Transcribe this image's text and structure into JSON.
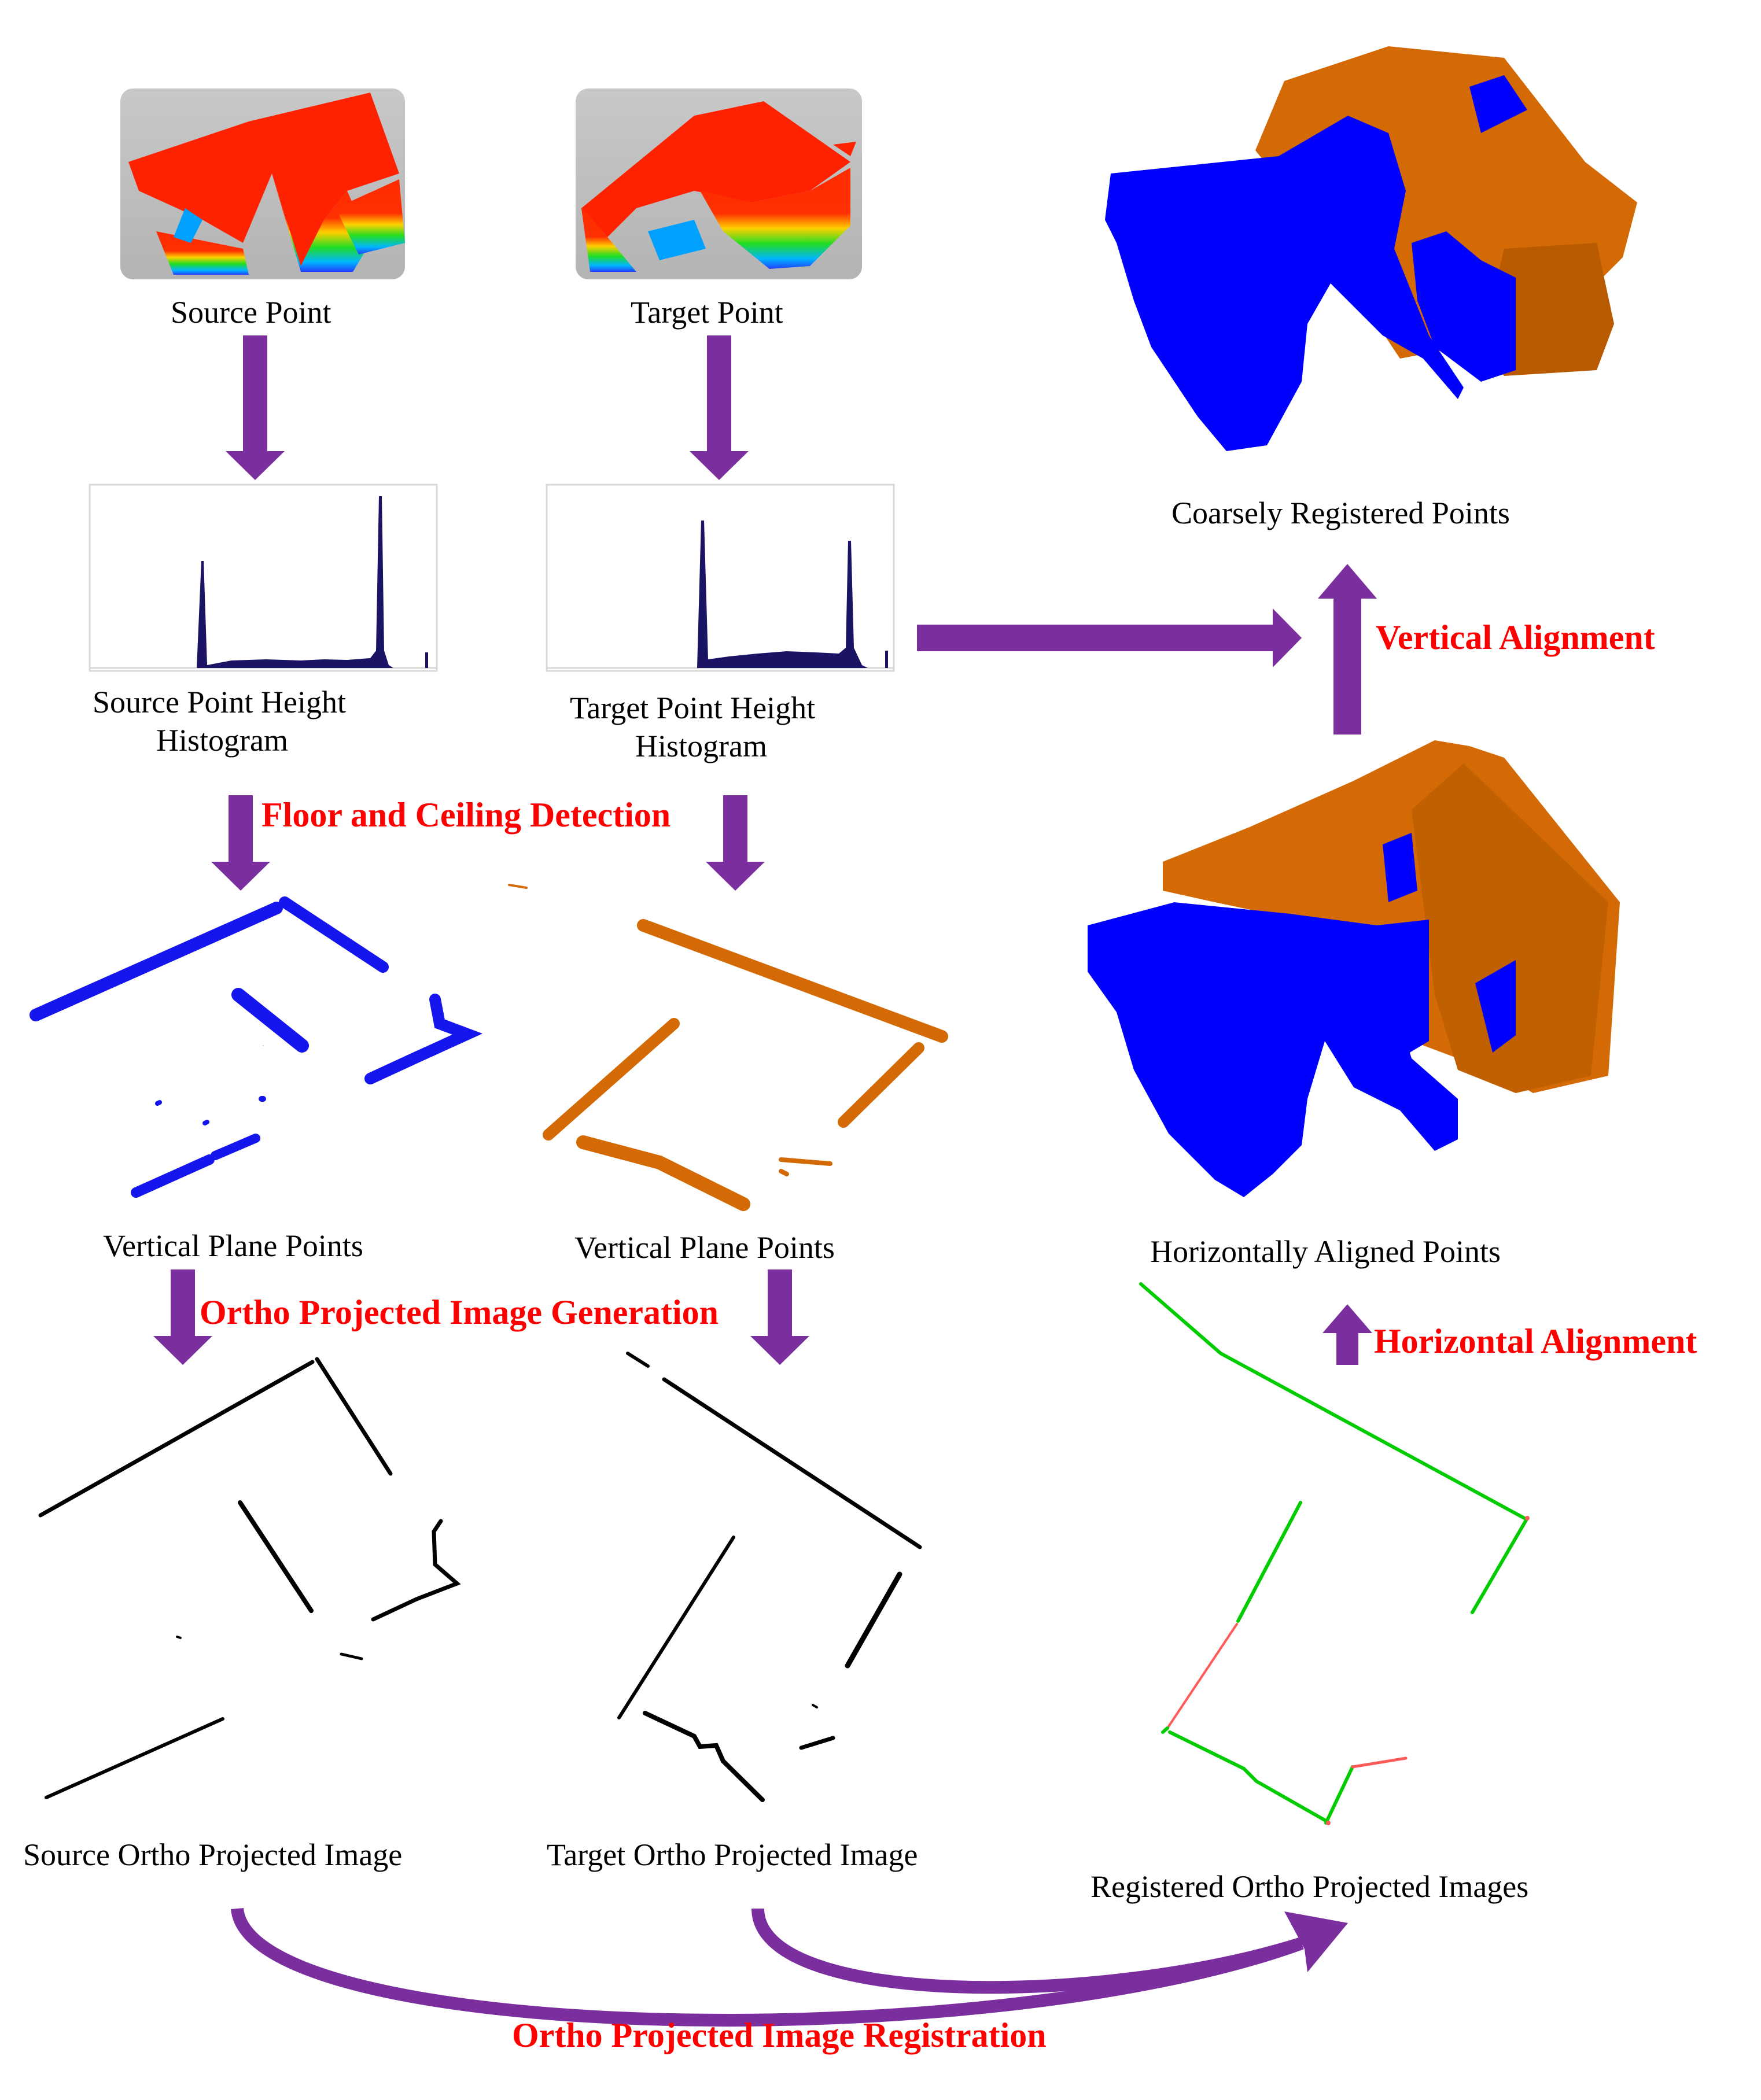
{
  "labels": {
    "source_point": "Source Point",
    "target_point": "Target Point",
    "source_hist_1": "Source Point Height",
    "source_hist_2": "Histogram",
    "target_hist_1": "Target Point Height",
    "target_hist_2": "Histogram",
    "source_vertical": "Vertical Plane Points",
    "target_vertical": "Vertical Plane Points",
    "source_ortho": "Source Ortho Projected Image",
    "target_ortho": "Target Ortho Projected Image",
    "registered_ortho": "Registered Ortho Projected Images",
    "horizontally_aligned": "Horizontally Aligned Points",
    "coarsely_registered": "Coarsely Registered Points"
  },
  "steps": {
    "floor_ceiling": "Floor and Ceiling Detection",
    "ortho_generation": "Ortho Projected Image Generation",
    "ortho_registration": "Ortho Projected Image Registration",
    "horizontal_alignment": "Horizontal Alignment",
    "vertical_alignment": "Vertical Alignment"
  },
  "colors": {
    "arrow": "#7b2f9e",
    "step_text": "#ff0000",
    "source_points": "#0000ff",
    "target_points": "#d46a06",
    "registered_match": "#00cc00",
    "registered_mismatch": "#ff3b3b"
  }
}
